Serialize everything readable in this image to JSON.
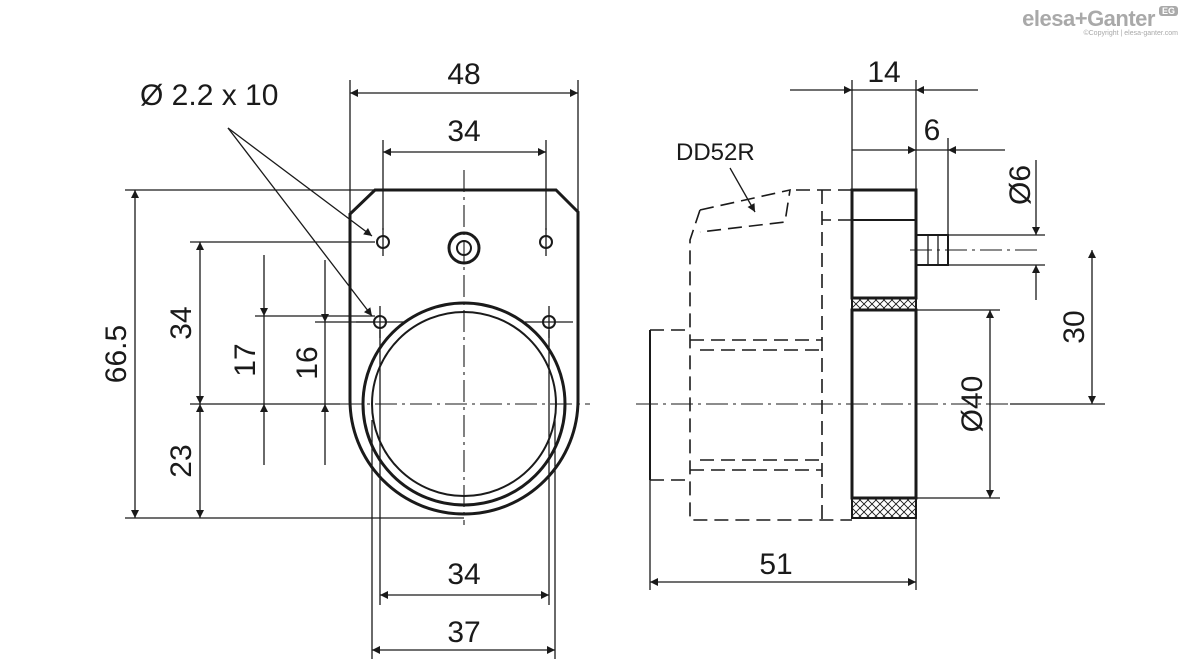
{
  "brand": {
    "name": "elesa+Ganter",
    "badge": "EG",
    "copyright": "©Copyright | elesa-ganter.com"
  },
  "front_view": {
    "hole_callout": "Ø 2.2 x 10",
    "width_overall": "48",
    "width_holes_top": "34",
    "height_overall": "66.5",
    "height_upper": "34",
    "height_lower": "23",
    "height_17": "17",
    "height_16": "16",
    "width_holes_bottom": "34",
    "width_ring": "37"
  },
  "side_view": {
    "depth_overall": "14",
    "depth_pin": "6",
    "pin_diameter": "Ø6",
    "height_pin": "30",
    "ring_diameter": "Ø40",
    "length_overall": "51",
    "hidden_part_label": "DD52R"
  }
}
